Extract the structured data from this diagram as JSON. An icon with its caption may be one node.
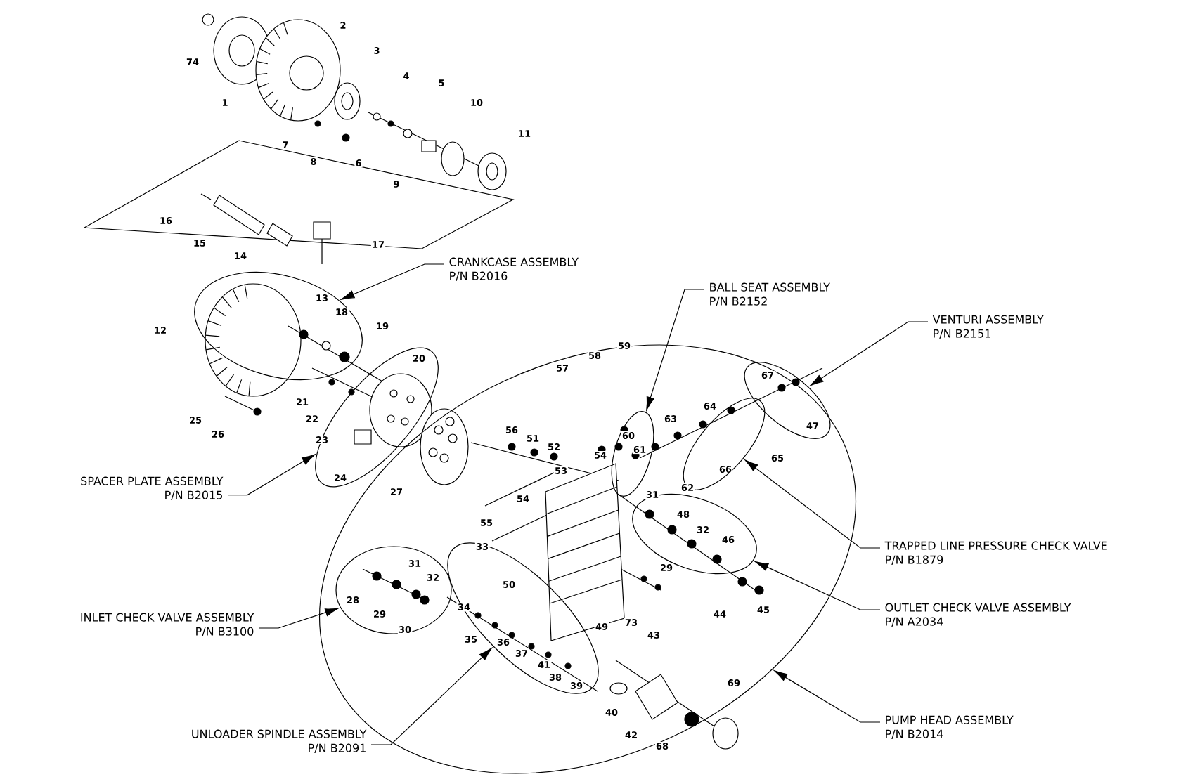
{
  "diagram": {
    "nodes": [
      {
        "text": [
          "CRANKCASE ASSEMBLY",
          "P/N  B2016"
        ]
      },
      {
        "text": [],
        "shape": "ellipse"
      },
      {
        "text": [
          "BALL SEAT ASSEMBLY",
          "P/N  B2152"
        ]
      },
      {
        "text": [
          "VENTURI ASSEMBLY",
          "P/N  B2151"
        ]
      },
      {
        "text": [],
        "shape": "ellipse"
      },
      {
        "text": [
          "SPACER PLATE ASSEMBLY",
          "P/N  B2015"
        ]
      },
      {
        "text": [],
        "shape": "ellipse"
      },
      {
        "text": [],
        "shape": "ellipse",
        "in": 6
      },
      {
        "text": [],
        "shape": "ellipse",
        "in": 6
      },
      {
        "text": [],
        "shape": "ellipse",
        "in": 6
      },
      {
        "text": [
          "TRAPPED LINE PRESSURE CHECK VALVE",
          "P/N  B1879"
        ]
      },
      {
        "text": [],
        "shape": "ellipse",
        "in": 6
      },
      {
        "text": [
          "OUTLET CHECK VALVE ASSEMBLY",
          "P/N  A2034"
        ]
      },
      {
        "text": [],
        "shape": "ellipse",
        "in": 6
      },
      {
        "text": [
          "INLET CHECK VALVE ASSEMBLY",
          "P/N B3100"
        ]
      },
      {
        "text": [],
        "shape": "ellipse",
        "in": 6
      },
      {
        "text": [
          "PUMP HEAD ASSEMBLY",
          "P/N  B2014"
        ]
      },
      {
        "text": [
          "UNLOADER SPINDLE ASSEMBLY",
          "P/N  B2091"
        ]
      }
    ],
    "edges": [
      {
        "from": 0,
        "to": 1,
        "arrow": "to"
      },
      {
        "from": 2,
        "to": 7,
        "arrow": "to"
      },
      {
        "from": 3,
        "to": 8,
        "arrow": "to"
      },
      {
        "from": 5,
        "to": 4,
        "arrow": "to"
      },
      {
        "from": 10,
        "to": 9,
        "arrow": "to"
      },
      {
        "from": 12,
        "to": 11,
        "arrow": "to"
      },
      {
        "from": 14,
        "to": 13,
        "arrow": "to"
      },
      {
        "from": 16,
        "to": 6,
        "arrow": "to"
      },
      {
        "from": 17,
        "to": 15,
        "arrow": "to"
      }
    ],
    "labels": [
      "2",
      "74",
      "3",
      "4",
      "5",
      "1",
      "10",
      "11",
      "7",
      "8",
      "6",
      "9",
      "16",
      "15",
      "17",
      "14",
      "13",
      "12",
      "18",
      "19",
      "20",
      "59",
      "58",
      "57",
      "21",
      "25",
      "22",
      "26",
      "23",
      "67",
      "64",
      "63",
      "56",
      "51",
      "60",
      "47",
      "52",
      "61",
      "54",
      "65",
      "53",
      "66",
      "27",
      "24",
      "62",
      "31",
      "54",
      "48",
      "55",
      "32",
      "46",
      "33",
      "29",
      "50",
      "31",
      "32",
      "28",
      "34",
      "73",
      "43",
      "29",
      "44",
      "45",
      "30",
      "49",
      "35",
      "36",
      "37",
      "41",
      "38",
      "39",
      "69",
      "40",
      "42",
      "68"
    ]
  }
}
